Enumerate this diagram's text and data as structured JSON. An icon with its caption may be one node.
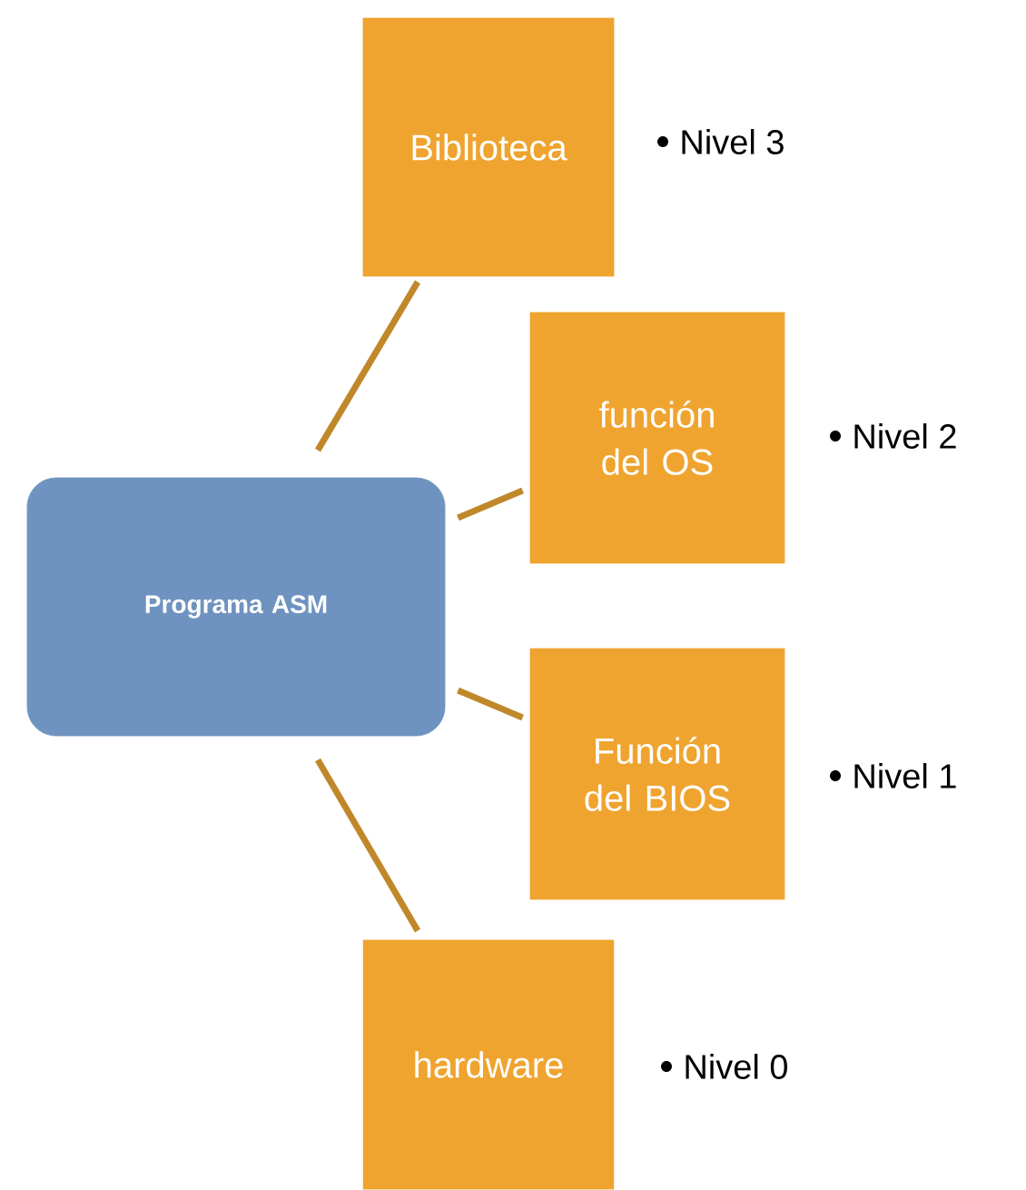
{
  "diagram": {
    "nodes": [
      {
        "text": [
          "Programa ASM"
        ]
      },
      {
        "text": [
          "Biblioteca"
        ],
        "beside": [
          "Nivel 3"
        ]
      },
      {
        "text": [
          "función del OS"
        ],
        "beside": [
          "Nivel 2"
        ]
      },
      {
        "text": [
          "Función del BIOS"
        ],
        "beside": [
          "Nivel 1"
        ]
      },
      {
        "text": [
          "hardware"
        ],
        "beside": [
          "Nivel 0"
        ]
      }
    ],
    "edges": [
      {
        "from": 0,
        "to": 1,
        "arrow": "none"
      },
      {
        "from": 0,
        "to": 2,
        "arrow": "none"
      },
      {
        "from": 0,
        "to": 3,
        "arrow": "none"
      },
      {
        "from": 0,
        "to": 4,
        "arrow": "none"
      }
    ]
  }
}
